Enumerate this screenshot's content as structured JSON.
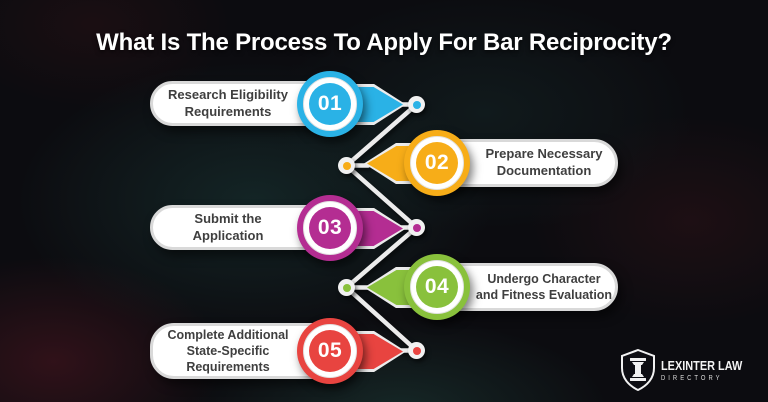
{
  "title": "What Is The Process To Apply For Bar Reciprocity?",
  "steps": [
    {
      "number": "01",
      "label": "Research Eligibility\nRequirements",
      "color": "#2ab2e6"
    },
    {
      "number": "02",
      "label": "Prepare Necessary\nDocumentation",
      "color": "#f7ad18"
    },
    {
      "number": "03",
      "label": "Submit the\nApplication",
      "color": "#b42d92"
    },
    {
      "number": "04",
      "label": "Undergo Character\nand Fitness Evaluation",
      "color": "#89c13c"
    },
    {
      "number": "05",
      "label": "Complete Additional\nState-Specific\nRequirements",
      "color": "#e84440"
    }
  ],
  "logo": {
    "name": "LEXINTER LAW",
    "subtitle": "DIRECTORY",
    "icon": "law-column-shield"
  },
  "colors": {
    "background": "#0c0c10",
    "card": "#ffffff",
    "card_border": "#d9d9d9",
    "card_text": "#3f3f3f",
    "title_text": "#ffffff",
    "connector": "#ececec"
  }
}
